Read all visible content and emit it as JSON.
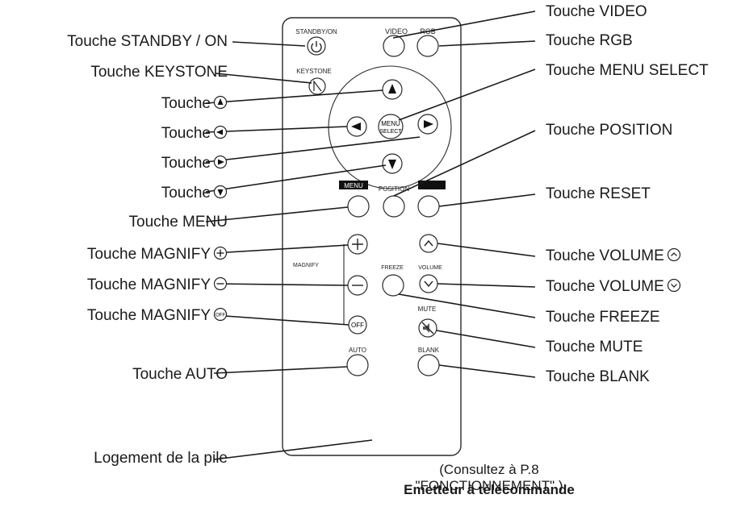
{
  "left_labels": [
    {
      "id": "standby",
      "text": "Touche STANDBY / ON",
      "symbol": ""
    },
    {
      "id": "keystone",
      "text": "Touche KEYSTONE",
      "symbol": ""
    },
    {
      "id": "up",
      "text": "Touche",
      "symbol": "arrow-up-icon"
    },
    {
      "id": "left",
      "text": "Touche",
      "symbol": "arrow-left-icon"
    },
    {
      "id": "right",
      "text": "Touche",
      "symbol": "arrow-right-icon"
    },
    {
      "id": "down",
      "text": "Touche",
      "symbol": "arrow-down-icon"
    },
    {
      "id": "menu",
      "text": "Touche MENU",
      "symbol": ""
    },
    {
      "id": "mag_plus",
      "text": "Touche MAGNIFY",
      "symbol": "plus-circle-icon"
    },
    {
      "id": "mag_minus",
      "text": "Touche MAGNIFY",
      "symbol": "minus-circle-icon"
    },
    {
      "id": "mag_off",
      "text": "Touche MAGNIFY",
      "symbol": "off-circle-icon"
    },
    {
      "id": "auto",
      "text": "Touche AUTO",
      "symbol": ""
    },
    {
      "id": "battery",
      "text": "Logement de la pile",
      "symbol": ""
    }
  ],
  "right_labels": [
    {
      "id": "video",
      "text": "Touche VIDEO",
      "symbol": ""
    },
    {
      "id": "rgb",
      "text": "Touche RGB",
      "symbol": ""
    },
    {
      "id": "menu_select",
      "text": "Touche MENU SELECT",
      "symbol": ""
    },
    {
      "id": "position",
      "text": "Touche POSITION",
      "symbol": ""
    },
    {
      "id": "reset",
      "text": "Touche RESET",
      "symbol": ""
    },
    {
      "id": "vol_up",
      "text": "Touche VOLUME",
      "symbol": "chevron-up-circle-icon"
    },
    {
      "id": "vol_down",
      "text": "Touche VOLUME",
      "symbol": "chevron-down-circle-icon"
    },
    {
      "id": "freeze",
      "text": "Touche FREEZE",
      "symbol": ""
    },
    {
      "id": "mute",
      "text": "Touche MUTE",
      "symbol": ""
    },
    {
      "id": "blank",
      "text": "Touche BLANK",
      "symbol": ""
    }
  ],
  "remote": {
    "captions": {
      "standby": "STANDBY/ON",
      "video": "VIDEO",
      "rgb": "RGB",
      "keystone": "KEYSTONE",
      "menu_select_1": "MENU",
      "menu_select_2": "SELECT",
      "menu_badge": "MENU",
      "position": "POSITION",
      "magnify": "MAGNIFY",
      "freeze": "FREEZE",
      "volume": "VOLUME",
      "mute": "MUTE",
      "off": "OFF",
      "auto": "AUTO",
      "blank": "BLANK"
    }
  },
  "footer": {
    "note": "(Consultez à P.8 \"FONCTIONNEMENT\".)",
    "caption": "Emetteur à télécommande"
  }
}
